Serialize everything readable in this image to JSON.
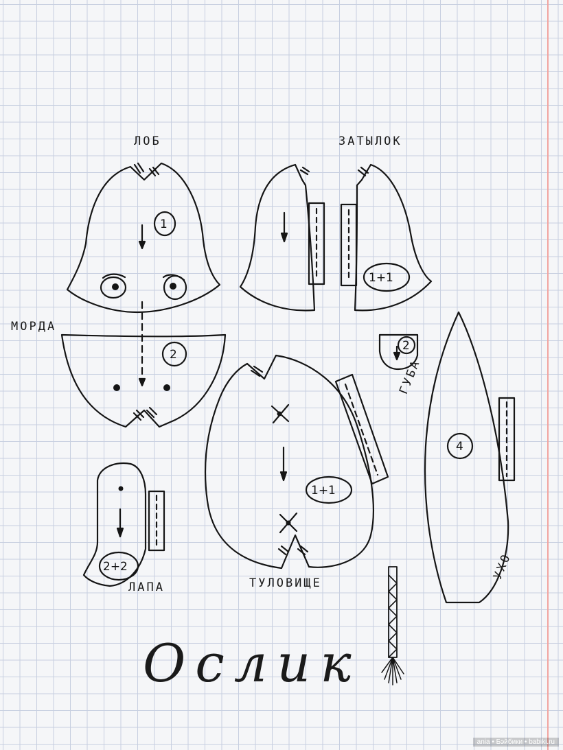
{
  "labels": {
    "lob": "ЛОБ",
    "zatylok": "ЗАТЫЛОК",
    "morda": "МОРДА",
    "guba": "ГУБА",
    "lapa": "ЛАПА",
    "tulovische": "ТУЛОВИЩЕ",
    "ukho": "УХО"
  },
  "piece_counts": {
    "lob": "1",
    "zatylok": "1+1",
    "morda": "2",
    "guba": "2",
    "tulovische": "1+1",
    "lapa": "2+2",
    "ukho": "4"
  },
  "title": "Ослик",
  "footer": "ania • Бэйбики • babiki.ru"
}
